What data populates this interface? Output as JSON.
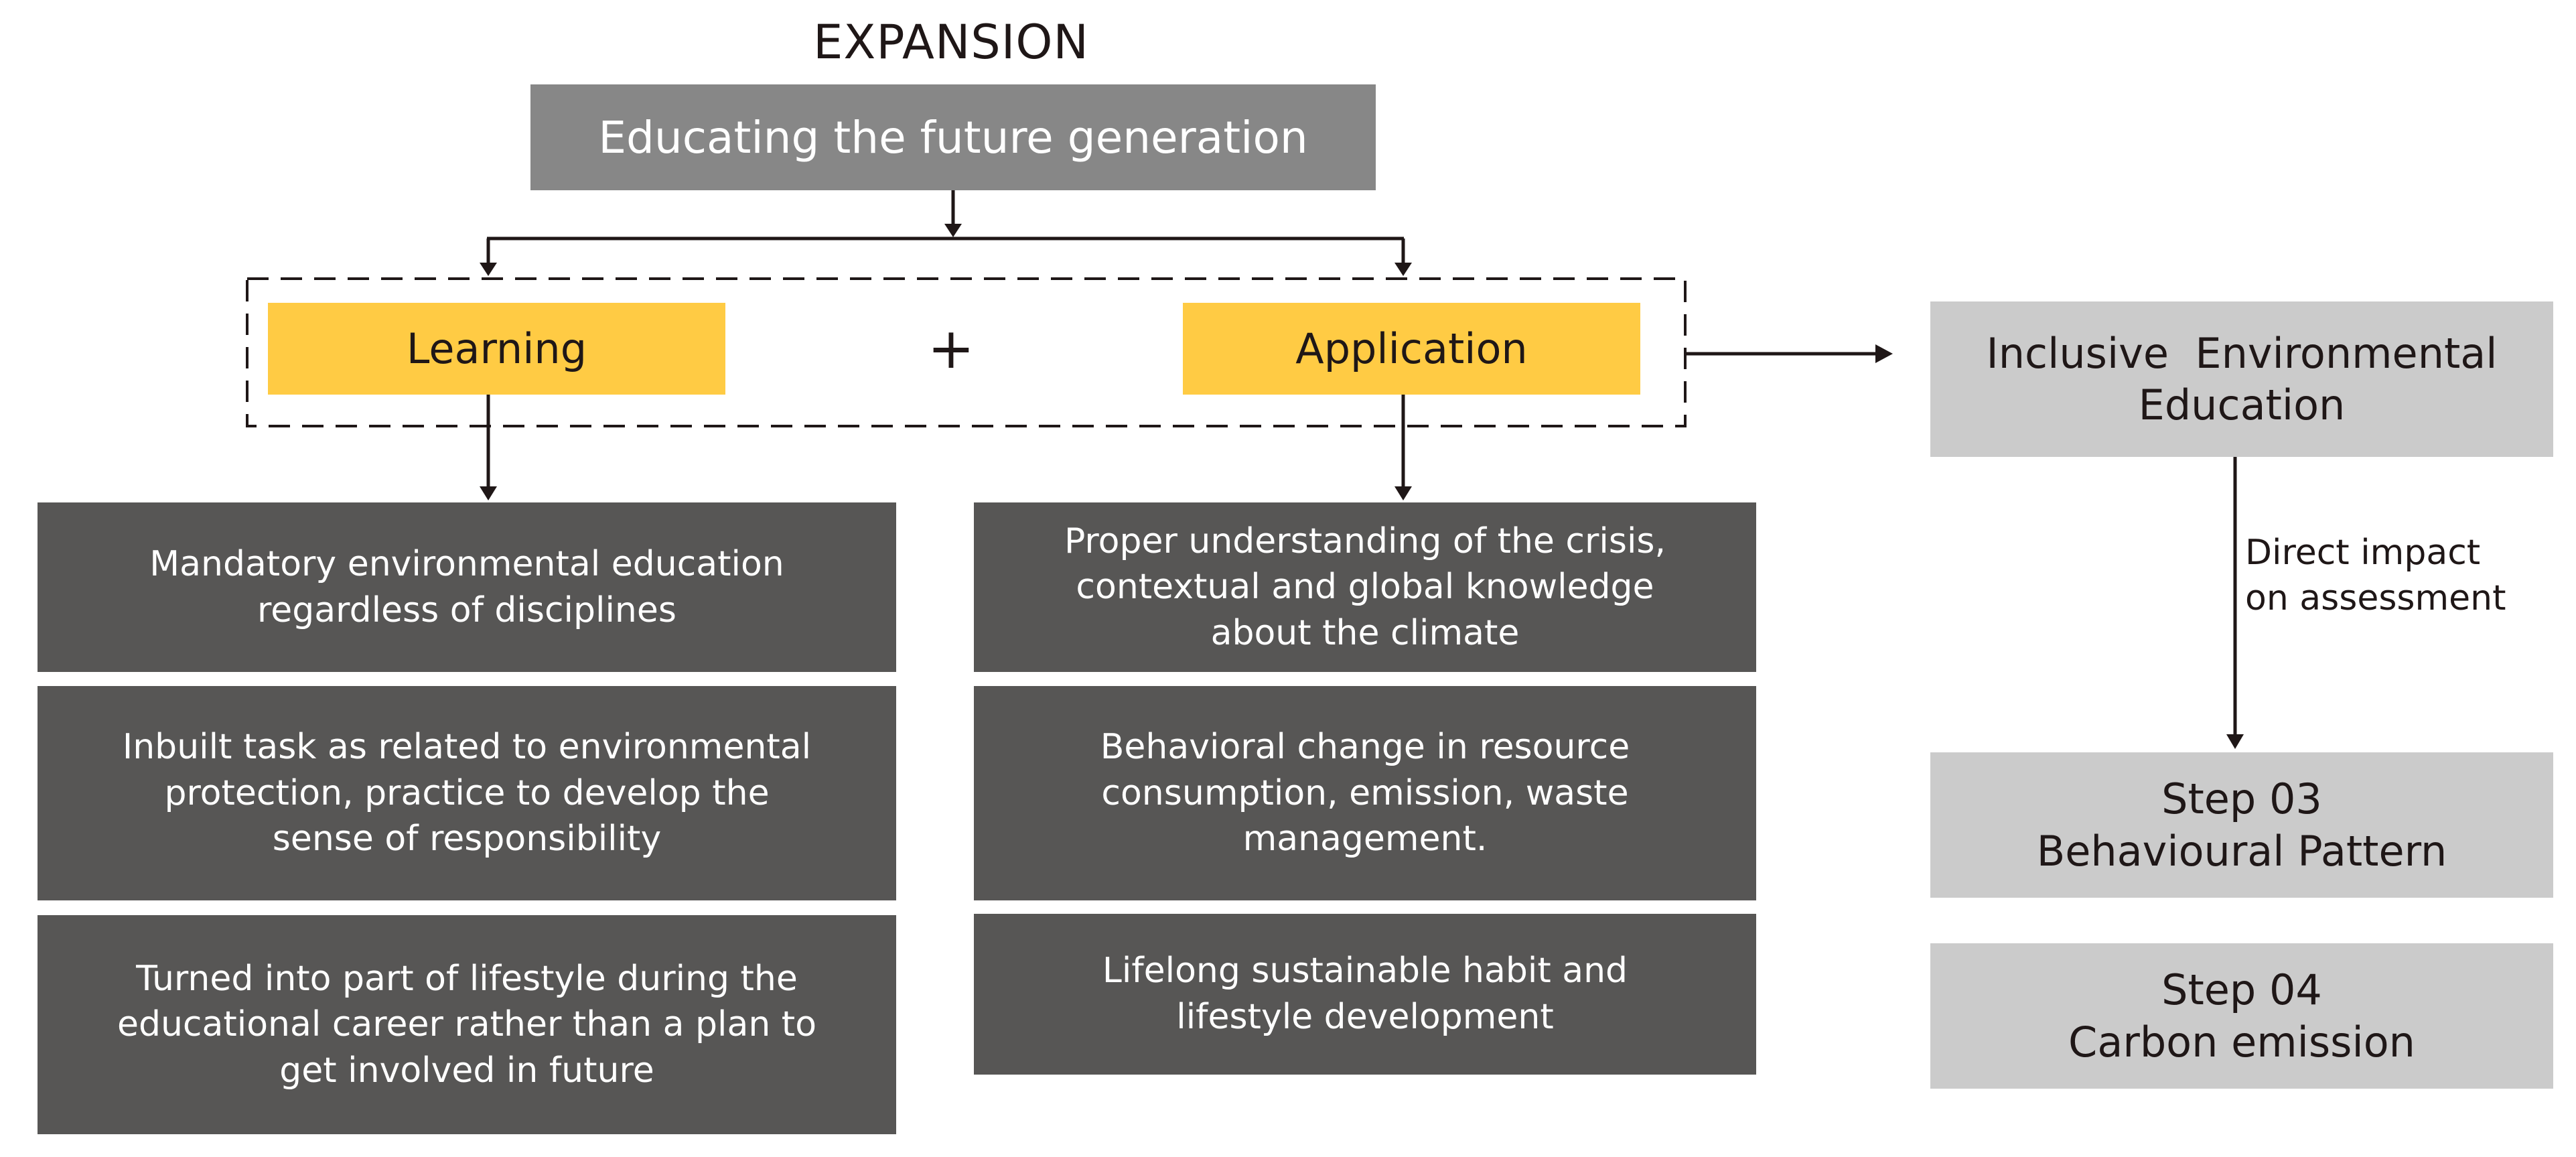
{
  "title": "EXPANSION",
  "root": {
    "label": "Educating the future generation"
  },
  "operator": "+",
  "learning": {
    "label": "Learning",
    "items": [
      {
        "lines": [
          "Mandatory environmental education",
          "regardless of disciplines"
        ]
      },
      {
        "lines": [
          "Inbuilt task as related to environmental",
          "protection, practice to develop the",
          "sense of responsibility"
        ]
      },
      {
        "lines": [
          "Turned into part of lifestyle during the",
          "educational career rather than a plan to",
          "get involved in future"
        ]
      }
    ]
  },
  "application": {
    "label": "Application",
    "items": [
      {
        "lines": [
          "Proper understanding of the crisis,",
          "contextual and global knowledge",
          "about the climate"
        ]
      },
      {
        "lines": [
          "Behavioral change in resource",
          "consumption, emission, waste",
          "management."
        ]
      },
      {
        "lines": [
          "Lifelong sustainable habit and",
          "lifestyle development"
        ]
      }
    ]
  },
  "inclusive": {
    "lines": [
      "Inclusive  Environmental",
      "Education"
    ]
  },
  "edge_label": {
    "lines": [
      "Direct impact",
      "on assessment"
    ]
  },
  "step03": {
    "lines": [
      "Step 03",
      "Behavioural Pattern"
    ]
  },
  "step04": {
    "lines": [
      "Step 04",
      "Carbon emission"
    ]
  },
  "colors": {
    "root_fill": "#878787",
    "category_fill": "#ffcb44",
    "item_fill": "#575655",
    "outcome_fill": "#cbcbcb",
    "text_dark": "#1f1717",
    "line": "#1f1717"
  }
}
